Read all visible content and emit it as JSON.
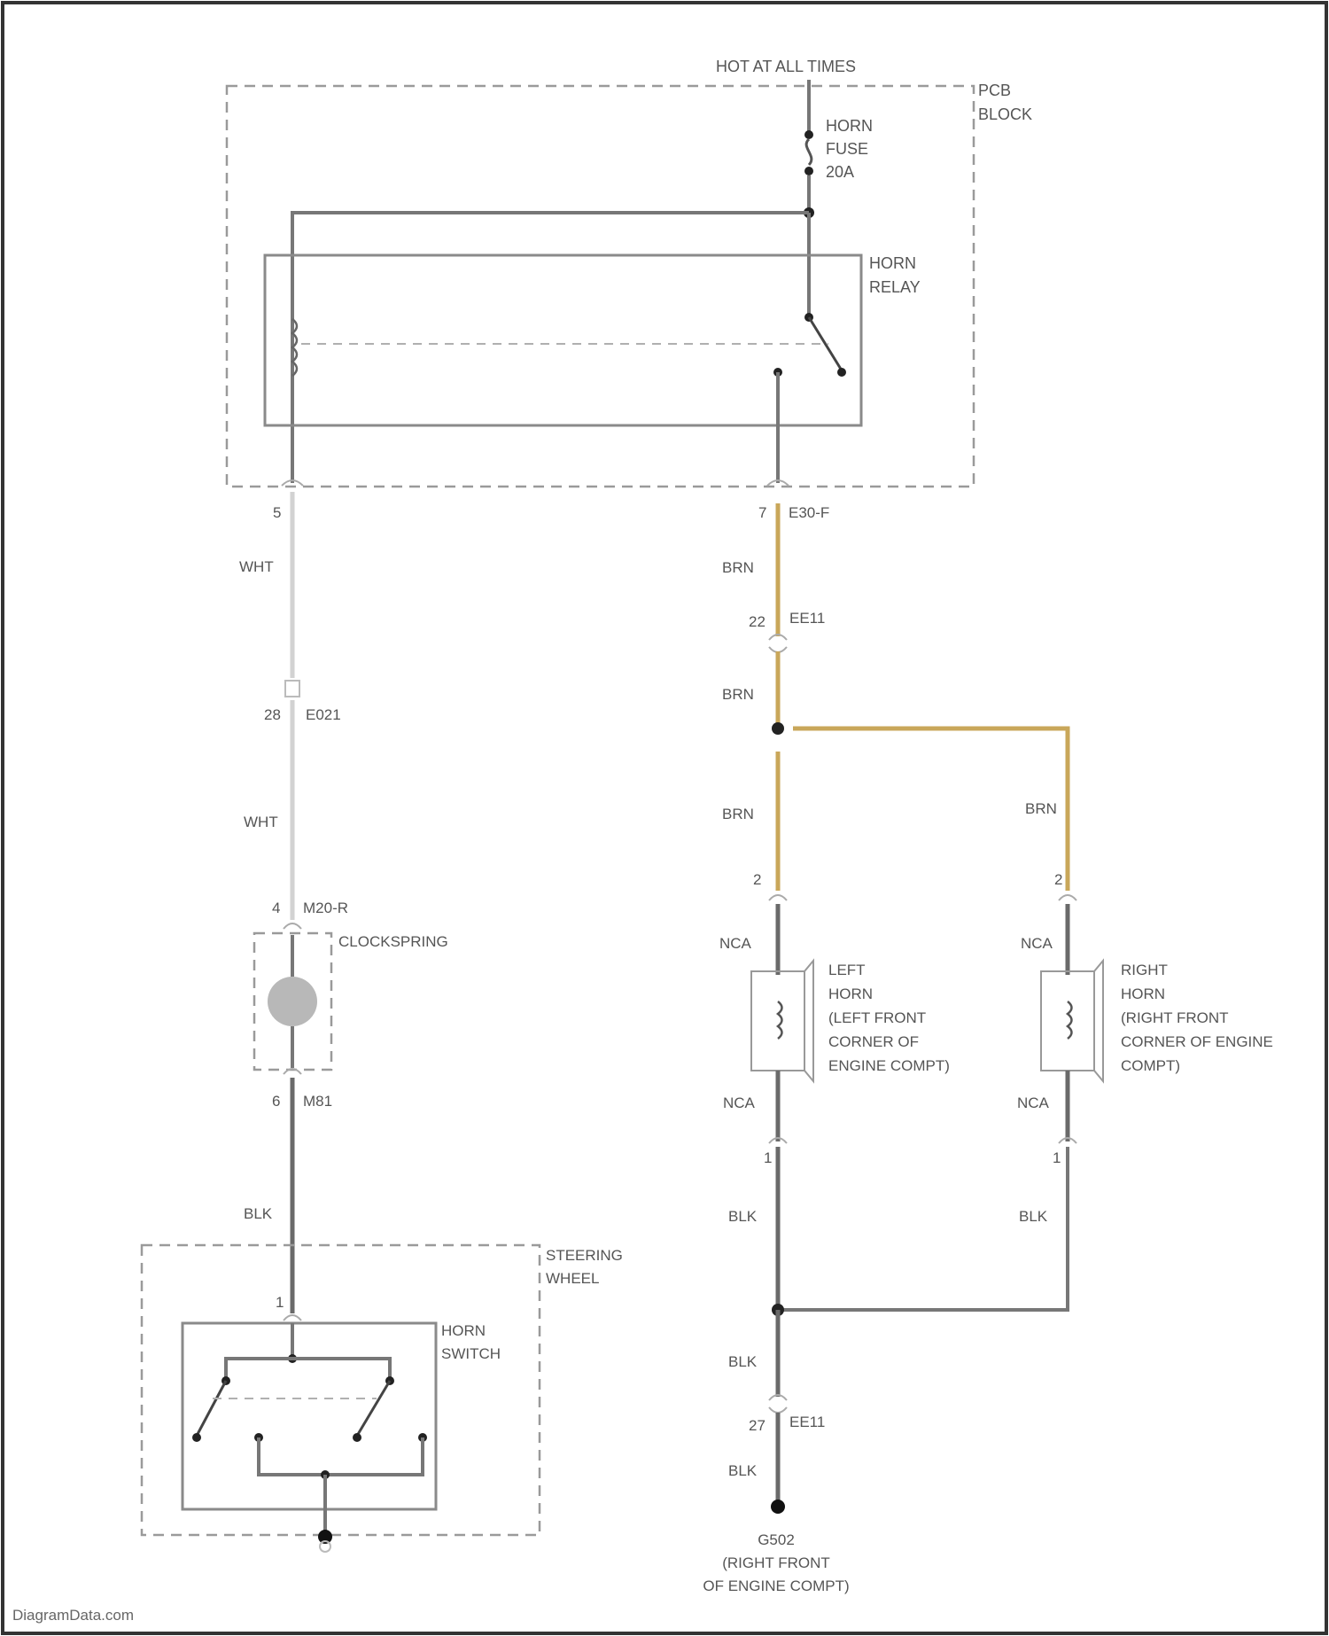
{
  "colors": {
    "background": "#ffffff",
    "wire_brn": "#c9a75a",
    "wire_wht": "#d2d2d2",
    "wire_blk": "#6a6a6a",
    "frame": "#333333"
  },
  "labels": {
    "hot": "HOT AT ALL TIMES",
    "pcb_1": "PCB",
    "pcb_2": "BLOCK",
    "fuse_1": "HORN",
    "fuse_2": "FUSE",
    "fuse_3": "20A",
    "relay_1": "HORN",
    "relay_2": "RELAY",
    "pin_relay_left": "5",
    "pin_relay_right": "7",
    "conn_e30p": "E30-F",
    "wire_wht_1": "WHT",
    "wire_wht_2": "WHT",
    "pin_e021": "28",
    "conn_e021": "E021",
    "pin_m20": "4",
    "conn_m20": "M20-R",
    "clockspring": "CLOCKSPRING",
    "pin_m81": "6",
    "conn_m81": "M81",
    "wire_blk_sw": "BLK",
    "steering_1": "STEERING",
    "steering_2": "WHEEL",
    "pin_sw": "1",
    "switch_1": "HORN",
    "switch_2": "SWITCH",
    "wire_brn_1": "BRN",
    "pin_ee11_top": "22",
    "conn_ee11_top": "EE11",
    "wire_brn_2": "BRN",
    "wire_brn_3": "BRN",
    "wire_brn_4": "BRN",
    "pin_lh_top": "2",
    "pin_rh_top": "2",
    "nca_1": "NCA",
    "nca_2": "NCA",
    "nca_3": "NCA",
    "nca_4": "NCA",
    "lh_1": "LEFT",
    "lh_2": "HORN",
    "lh_3": "(LEFT FRONT",
    "lh_4": "CORNER OF",
    "lh_5": "ENGINE COMPT)",
    "rh_1": "RIGHT",
    "rh_2": "HORN",
    "rh_3": "(RIGHT FRONT",
    "rh_4": "CORNER OF ENGINE",
    "rh_5": "COMPT)",
    "pin_lh_bot": "1",
    "pin_rh_bot": "1",
    "blk_1": "BLK",
    "blk_2": "BLK",
    "blk_3": "BLK",
    "pin_ee11_bot": "27",
    "conn_ee11_bot": "EE11",
    "blk_4": "BLK",
    "ground_1": "G502",
    "ground_2": "(RIGHT FRONT",
    "ground_3": "OF ENGINE COMPT)",
    "credit": "DiagramData.com"
  }
}
